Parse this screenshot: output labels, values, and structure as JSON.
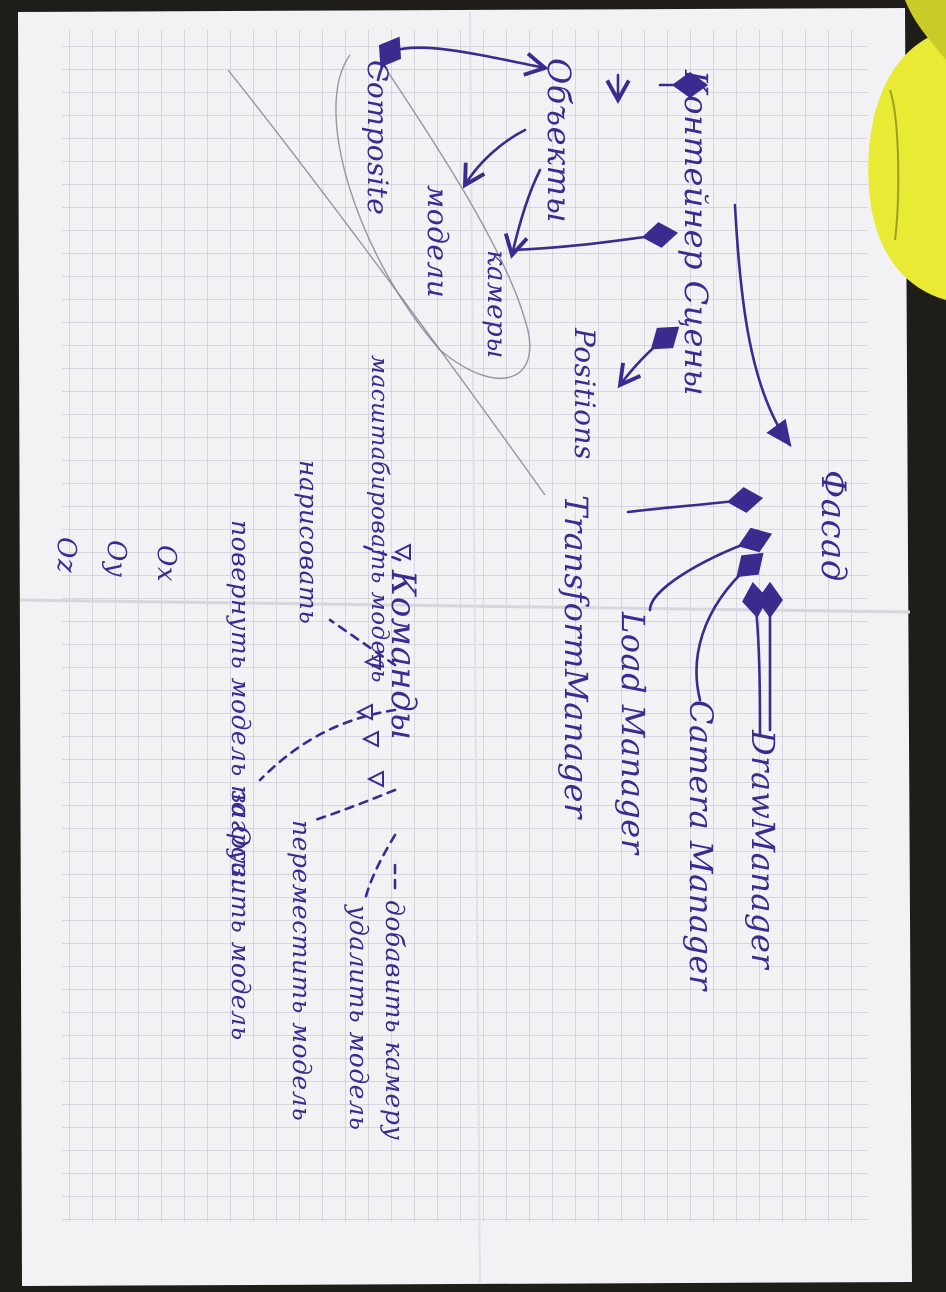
{
  "labels": {
    "facade": "Фасад",
    "draw_manager": "DrawManager",
    "camera_manager": "Camera Manager",
    "load_manager": "Load Manager",
    "transform_manager": "TransformManager",
    "scene_container": "Контейнер Сцены",
    "positions": "Positions",
    "objects": "Объекты",
    "composite": "Composite",
    "cameras": "камеры",
    "models": "модели",
    "commands": "Команды",
    "add_camera": "добавить камеру",
    "delete_model": "удалить модель",
    "move_model": "переместить модель",
    "load_model": "загрузить модель",
    "rotate_model": "повернуть модель по Оси:",
    "draw": "нарисовать",
    "scale_model": "масштабировать модель",
    "axis_x": "Ox",
    "axis_y": "Oy",
    "axis_z": "Oz"
  },
  "colors": {
    "paper": "#f2f2f4",
    "grid": "#b9bcc8",
    "ink": "#3a2b8f",
    "pencil": "#7d7f93",
    "cup": "#e8ea33"
  }
}
